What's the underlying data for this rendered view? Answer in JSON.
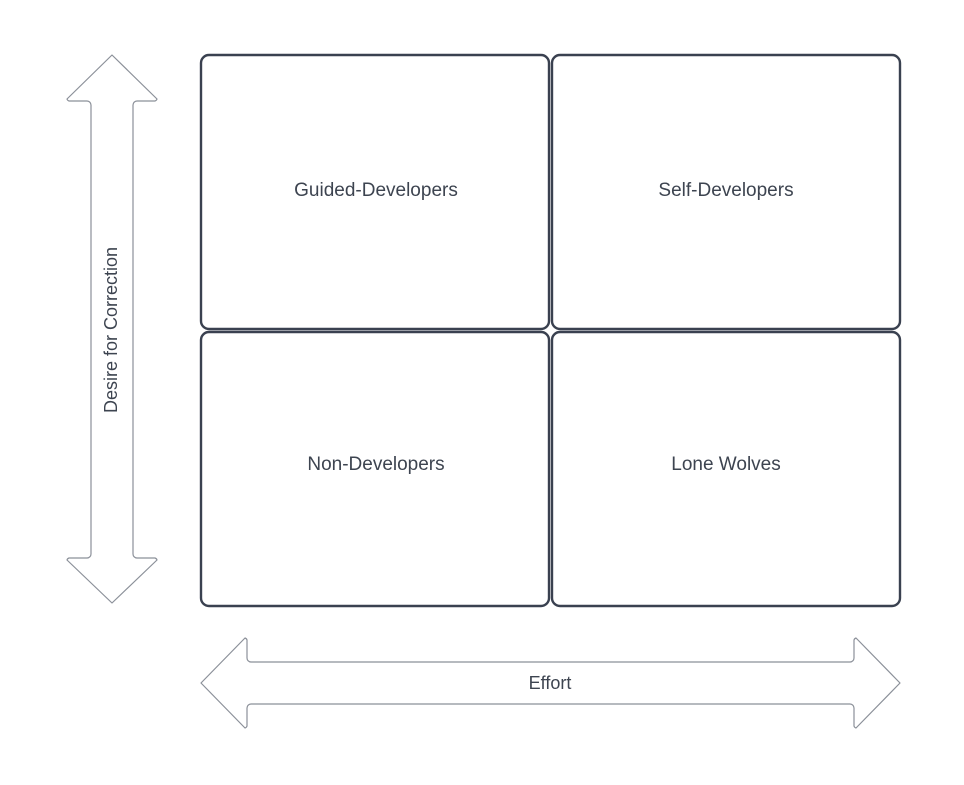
{
  "diagram": {
    "type": "2x2-quadrant-matrix",
    "background_color": "#ffffff",
    "border_color": "#3a4150",
    "arrow_outline_color": "#8b9099",
    "text_color": "#3d4450",
    "quadrants": [
      {
        "id": "top-left",
        "label": "Guided-Developers"
      },
      {
        "id": "top-right",
        "label": "Self-Developers"
      },
      {
        "id": "bottom-left",
        "label": "Non-Developers"
      },
      {
        "id": "bottom-right",
        "label": "Lone Wolves"
      }
    ],
    "axes": {
      "vertical": {
        "label": "Desire for Correction",
        "orientation": "vertical",
        "arrow": "double-headed"
      },
      "horizontal": {
        "label": "Effort",
        "orientation": "horizontal",
        "arrow": "double-headed"
      }
    }
  }
}
